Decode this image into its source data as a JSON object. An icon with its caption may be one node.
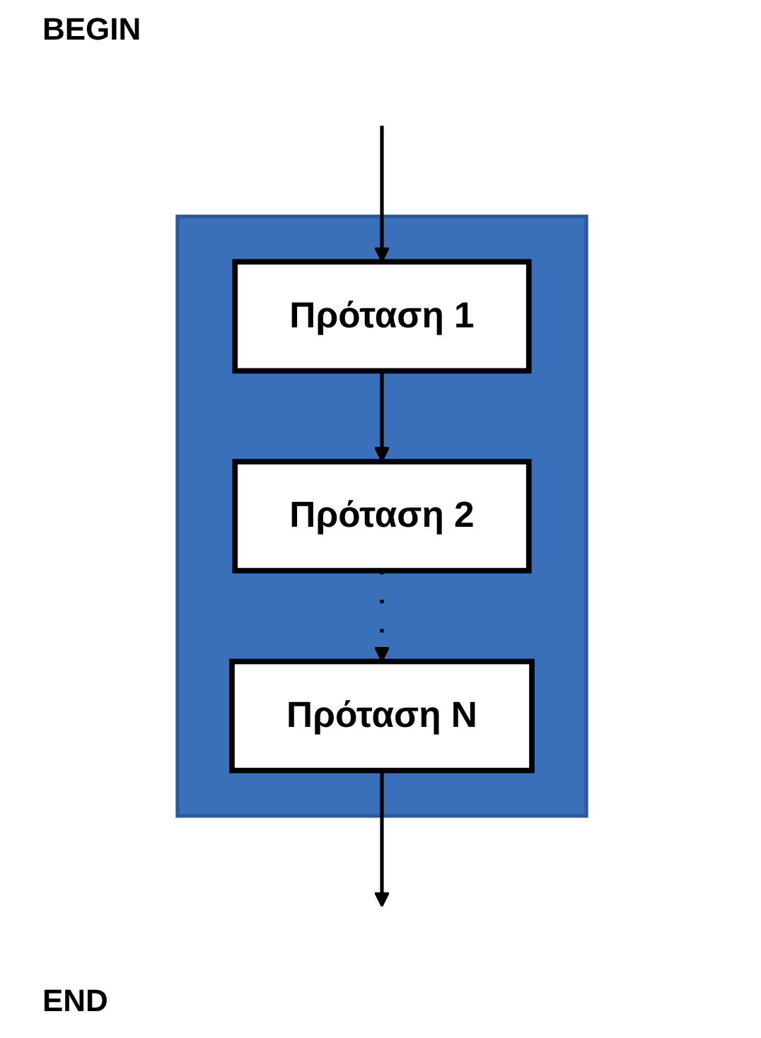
{
  "diagram": {
    "nodes": [
      {
        "text": [],
        "shape": "box"
      },
      {
        "text": [
          "Πρόταση 1"
        ],
        "in": 0
      },
      {
        "text": [
          "Πρόταση 2"
        ],
        "in": 0
      },
      {
        "text": [
          "Πρόταση N"
        ],
        "in": 0
      }
    ],
    "edges": [
      {
        "from": null,
        "to": 1,
        "arrow": "to"
      },
      {
        "from": 1,
        "to": 2,
        "arrow": "to"
      },
      {
        "from": 2,
        "to": 3,
        "arrow": "to",
        "style": "dashed"
      },
      {
        "from": 3,
        "to": null,
        "arrow": "to"
      }
    ],
    "labels": [
      "BEGIN",
      "END"
    ]
  }
}
